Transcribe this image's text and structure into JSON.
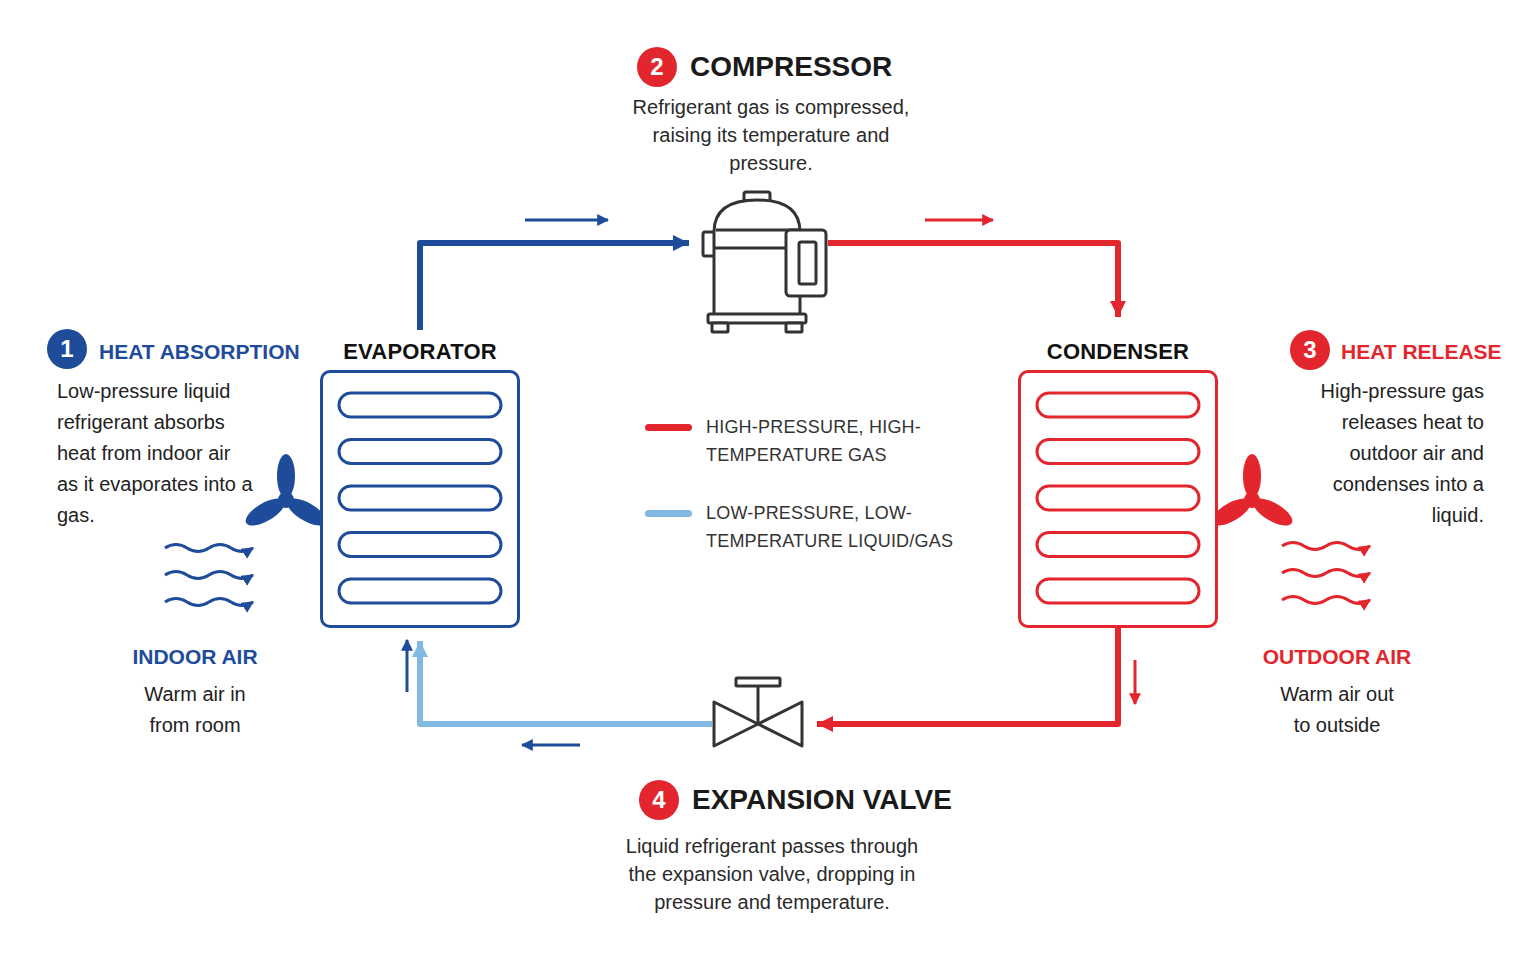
{
  "diagram": {
    "nodes": [
      {
        "text": [
          "EVAPORATOR"
        ]
      },
      {
        "text": [
          "COMPRESSOR",
          "Refrigerant gas is compressed, raising its temperature and pressure."
        ]
      },
      {
        "text": [
          "CONDENSER"
        ]
      },
      {
        "text": [
          "EXPANSION VALVE",
          "Liquid refrigerant passes through the expansion valve, dropping in pressure and temperature."
        ]
      }
    ],
    "edges": [
      {
        "from": 0,
        "to": 1,
        "arrow": "to"
      },
      {
        "from": 1,
        "to": 2,
        "arrow": "to"
      },
      {
        "from": 2,
        "to": 3,
        "arrow": "to"
      },
      {
        "from": 3,
        "to": 0,
        "arrow": "to"
      }
    ],
    "labels": [
      "1",
      "HEAT ABSORPTION",
      "Low-pressure liquid refrigerant absorbs heat from indoor air as it evaporates into a gas.",
      "INDOOR AIR",
      "Warm air in from room",
      "2",
      "3",
      "HEAT RELEASE",
      "High-pressure gas releases heat to outdoor air and condenses into a liquid.",
      "OUTDOOR AIR",
      "Warm air out to outside",
      "4"
    ],
    "legend": [
      {
        "text": "HIGH-PRESSURE, HIGH-TEMPERATURE GAS",
        "color": "#e3262e"
      },
      {
        "text": "LOW-PRESSURE, LOW-TEMPERATURE LIQUID/GAS",
        "color": "#82b9e2"
      }
    ]
  }
}
